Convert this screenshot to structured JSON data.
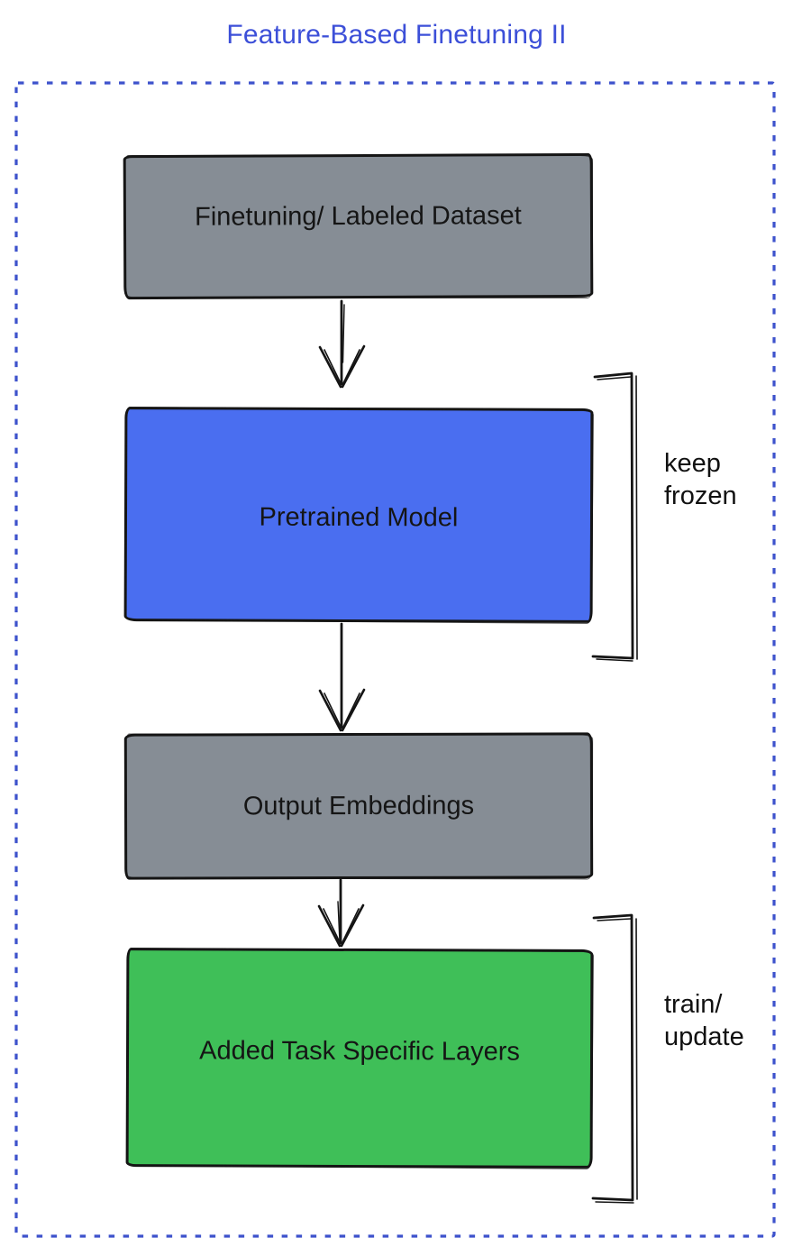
{
  "title": "Feature-Based Finetuning II",
  "colors": {
    "title_blue": "#3c4fd8",
    "frame_blue": "#3d52cc",
    "ink": "#141414",
    "gray_fill": "#868d95",
    "blue_fill": "#4a6ef0",
    "green_fill": "#3fbf58"
  },
  "flow": {
    "nodes": [
      {
        "id": "finetuning-dataset",
        "label": "Finetuning/ Labeled Dataset"
      },
      {
        "id": "pretrained-model",
        "label": "Pretrained Model"
      },
      {
        "id": "output-embeddings",
        "label": "Output Embeddings"
      },
      {
        "id": "task-layers",
        "label": "Added Task Specific Layers"
      }
    ],
    "annotations": [
      {
        "target": "pretrained-model",
        "line1": "keep",
        "line2": "frozen"
      },
      {
        "target": "task-layers",
        "line1": "train/",
        "line2": "update"
      }
    ]
  }
}
